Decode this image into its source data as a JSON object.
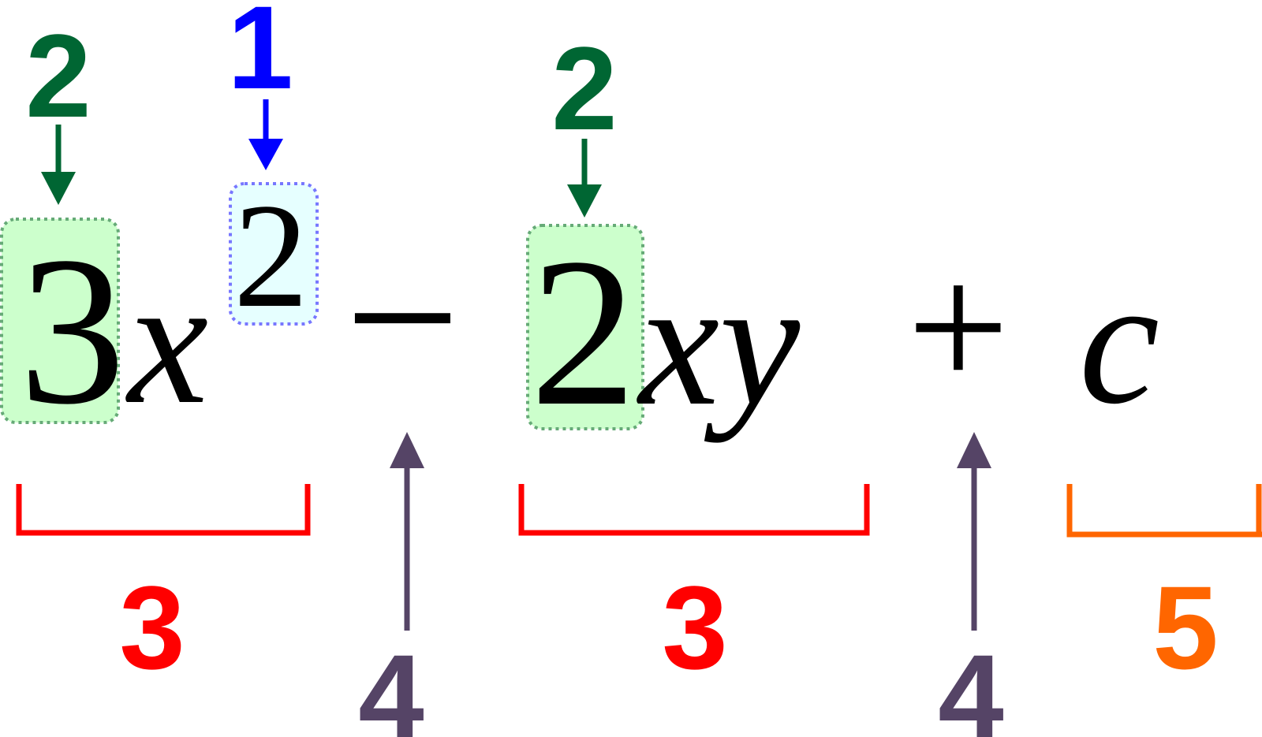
{
  "colors": {
    "exponent": "#0000ff",
    "coefficient": "#006633",
    "term": "#ff0000",
    "operator": "#554466",
    "constant": "#ff6600",
    "coef_box_fill": "#ccffcc",
    "coef_box_stroke": "#66aa77",
    "exp_box_fill": "#e6ffff",
    "exp_box_stroke": "#7777ff"
  },
  "expression": {
    "coef1": "3",
    "var1": "x",
    "exp1": "2",
    "minus": "−",
    "coef2": "2",
    "vars2": "xy",
    "plus": "+",
    "const": "c"
  },
  "labels": {
    "exponent": "1",
    "coefficient_1": "2",
    "coefficient_2": "2",
    "term_1": "3",
    "term_2": "3",
    "operator_minus": "4",
    "operator_plus": "4",
    "constant": "5"
  }
}
